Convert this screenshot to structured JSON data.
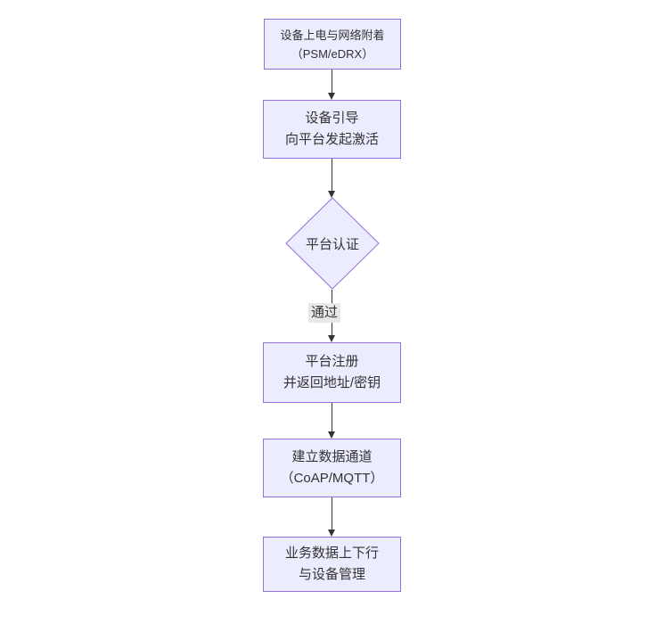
{
  "diagram": {
    "type": "flowchart-top-down",
    "colors": {
      "canvas_bg": "#ffffff",
      "node_fill": "#ececff",
      "node_border": "#9370db",
      "text_color": "#333333",
      "arrow_color": "#333333",
      "label_bg": "#e8e8e8"
    },
    "nodes": [
      {
        "id": "power-attach",
        "shape": "rect",
        "lines": [
          "设备上电与网络附着",
          "（PSM/eDRX）"
        ]
      },
      {
        "id": "device-bootstrap",
        "shape": "rect",
        "lines": [
          "设备引导",
          "向平台发起激活"
        ]
      },
      {
        "id": "platform-auth",
        "shape": "diamond",
        "lines": [
          "平台认证"
        ]
      },
      {
        "id": "platform-register",
        "shape": "rect",
        "lines": [
          "平台注册",
          "并返回地址/密钥"
        ]
      },
      {
        "id": "data-channel",
        "shape": "rect",
        "lines": [
          "建立数据通道",
          "（CoAP/MQTT）"
        ]
      },
      {
        "id": "business-data",
        "shape": "rect",
        "lines": [
          "业务数据上下行",
          "与设备管理"
        ]
      }
    ],
    "edges": [
      {
        "from": "power-attach",
        "to": "device-bootstrap",
        "label": ""
      },
      {
        "from": "device-bootstrap",
        "to": "platform-auth",
        "label": ""
      },
      {
        "from": "platform-auth",
        "to": "platform-register",
        "label": "通过"
      },
      {
        "from": "platform-register",
        "to": "data-channel",
        "label": ""
      },
      {
        "from": "data-channel",
        "to": "business-data",
        "label": ""
      }
    ]
  }
}
